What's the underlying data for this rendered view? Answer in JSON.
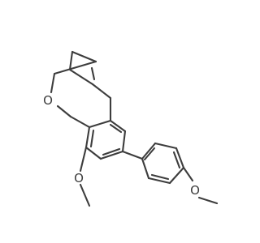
{
  "molecule": {
    "atoms": {
      "ring_oxygen": "O",
      "methoxy_oxygen_left": "O",
      "methoxy_oxygen_right": "O"
    },
    "line_color": "#3d3d3d",
    "background_color": "#ffffff"
  }
}
